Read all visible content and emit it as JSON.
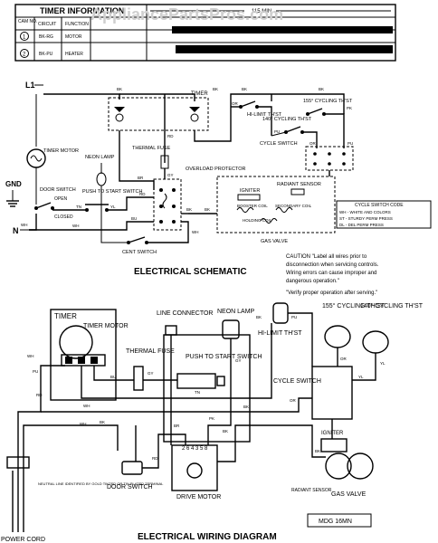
{
  "watermark": "AppliancePartsPros.com",
  "timer_table": {
    "title": "TIMER INFORMATION",
    "col_headers": [
      "CAM NO.",
      "CIRCUIT",
      "FUNCTION"
    ],
    "scale_total": "115 MIN",
    "rows": [
      {
        "cam": "1",
        "circuit": "BK-RG",
        "function": "MOTOR"
      },
      {
        "cam": "2",
        "circuit": "BK-PU",
        "function": "HEATER"
      }
    ]
  },
  "schematic": {
    "title": "ELECTRICAL SCHEMATIC",
    "line_label": "L1",
    "ground_label": "GND",
    "neutral_label": "N",
    "timer_label": "TIMER",
    "timer_motor_label": "TIMER MOTOR",
    "neon_lamp_label": "NEON LAMP",
    "thermal_fuse_label": "THERMAL FUSE",
    "overload_label": "OVERLOAD PROTECTOR",
    "door_switch_label": "DOOR SWITCH",
    "push_to_start_label": "PUSH TO START SWITCH",
    "closed_label": "CLOSED",
    "open_label": "OPEN",
    "cent_switch_label": "CENT SWITCH",
    "hi_limit_label": "HI-LIMIT TH'ST",
    "cycling_155_label": "155° CYCLING TH'ST",
    "cycling_140_label": "140° CYCLING TH'ST",
    "cycle_switch_label": "CYCLE SWITCH",
    "igniter_label": "IGNITER",
    "radiant_sensor_label": "RADIANT SENSOR",
    "booster_coil_label": "BOOSTER COIL",
    "secondary_coil_label": "SECONDARY COIL",
    "holding_coil_label": "HOLDING COIL",
    "gas_valve_label": "GAS VALVE",
    "cycle_switch_code": {
      "title": "CYCLE SWITCH CODE",
      "rows": [
        "WH - WHITE AND COLORS",
        "ST - STURDY PERM PRESS",
        "DL - DEL PERM PRESS"
      ]
    },
    "wire_labels": [
      "BK",
      "RD",
      "BK",
      "WH",
      "GY",
      "OR",
      "BU",
      "PU",
      "TN",
      "YL",
      "RD",
      "WH",
      "BR",
      "BK",
      "BK",
      "PK",
      "BK",
      "WH",
      "BK",
      "PU",
      "OR"
    ]
  },
  "caution": {
    "text_lines": [
      "CAUTION \"Label all wires prior to",
      "disconnection when servicing controls.",
      "Wiring errors can cause improper and",
      "dangerous operation.\""
    ],
    "verify": "\"Verify proper operation after serving.\""
  },
  "wiring": {
    "title": "ELECTRICAL WIRING DIAGRAM",
    "timer_label": "TIMER",
    "timer_motor_label": "TIMER MOTOR",
    "line_connector_label": "LINE CONNECTOR",
    "neon_lamp_label": "NEON LAMP",
    "thermal_fuse_label": "THERMAL FUSE",
    "push_to_start_label": "PUSH TO START SWITCH",
    "hi_limit_label": "HI-LIMIT TH'ST",
    "cycling_155_label": "155° CYCLING TH'ST",
    "cycling_140_label": "140° CYCLING TH'ST",
    "cycle_switch_label": "CYCLE SWITCH",
    "igniter_label": "IGNITER",
    "radiant_sensor_label": "RADIANT SENSOR",
    "gas_valve_label": "GAS VALVE",
    "door_switch_label": "DOOR SWITCH",
    "drive_motor_label": "DRIVE MOTOR",
    "power_cord_label": "POWER CORD",
    "neutral_note": "NEUTRAL LINE IDENTIFIED BY GOLD TINTED OR TIN PLATED TERMINAL",
    "motor_terminals": "2 6 4 3 5 8",
    "model_code": "MDG 16MN",
    "wire_labels": [
      "PU",
      "RD",
      "BU",
      "BK",
      "WH",
      "GY",
      "OR",
      "YL",
      "TN",
      "BR",
      "PK",
      "WH",
      "BK",
      "BK",
      "PU",
      "OR",
      "YL",
      "BK",
      "WH",
      "GY",
      "BK",
      "RD"
    ]
  }
}
